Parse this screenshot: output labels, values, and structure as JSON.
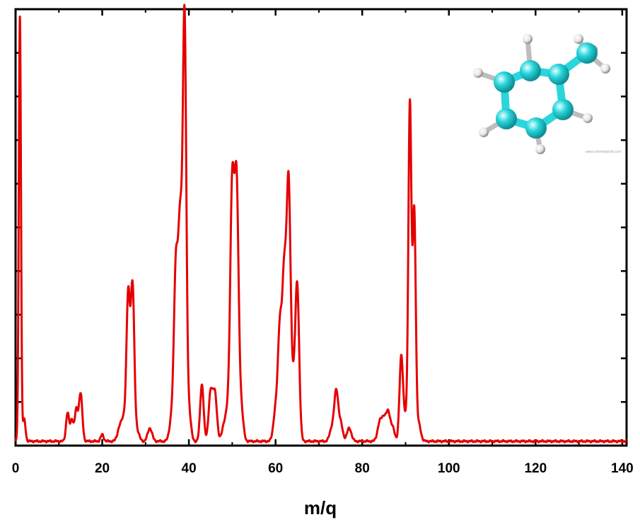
{
  "chart_data": {
    "type": "line",
    "title": "",
    "xlabel": "m/q",
    "ylabel": "",
    "xlim": [
      0,
      141
    ],
    "ylim": [
      0,
      100
    ],
    "x_ticks": [
      0,
      20,
      40,
      60,
      80,
      100,
      120,
      140
    ],
    "y_tick_labels_shown": false,
    "grid": false,
    "baseline": 1.0,
    "series": [
      {
        "color": "#e50000",
        "peaks": [
          [
            1,
            97.5,
            0.25
          ],
          [
            2,
            5,
            0.3
          ],
          [
            12,
            6.5,
            0.35
          ],
          [
            13,
            5,
            0.35
          ],
          [
            14,
            7,
            0.35
          ],
          [
            15,
            11,
            0.4
          ],
          [
            20,
            1.5,
            0.35
          ],
          [
            24,
            3,
            0.5
          ],
          [
            25,
            5,
            0.5
          ],
          [
            26,
            33,
            0.4
          ],
          [
            27,
            35,
            0.4
          ],
          [
            28,
            2.5,
            0.5
          ],
          [
            31,
            3,
            0.5
          ],
          [
            36,
            5,
            0.5
          ],
          [
            37,
            39,
            0.45
          ],
          [
            38,
            48,
            0.45
          ],
          [
            39,
            95,
            0.4
          ],
          [
            40,
            7,
            0.45
          ],
          [
            43,
            13,
            0.4
          ],
          [
            45,
            11,
            0.45
          ],
          [
            46,
            11,
            0.45
          ],
          [
            48,
            3,
            0.5
          ],
          [
            49,
            7,
            0.5
          ],
          [
            50,
            57,
            0.45
          ],
          [
            51,
            57,
            0.45
          ],
          [
            52,
            8,
            0.5
          ],
          [
            60,
            7,
            0.5
          ],
          [
            61,
            25,
            0.45
          ],
          [
            62,
            36,
            0.45
          ],
          [
            63,
            57,
            0.45
          ],
          [
            64,
            11,
            0.5
          ],
          [
            65,
            35,
            0.45
          ],
          [
            73,
            3,
            0.5
          ],
          [
            74,
            11,
            0.45
          ],
          [
            75,
            4,
            0.5
          ],
          [
            77,
            3,
            0.5
          ],
          [
            84,
            4,
            0.5
          ],
          [
            85,
            5,
            0.5
          ],
          [
            86,
            6,
            0.45
          ],
          [
            87,
            3,
            0.5
          ],
          [
            89,
            19,
            0.4
          ],
          [
            90,
            5,
            0.5
          ],
          [
            91,
            77,
            0.35
          ],
          [
            92,
            52,
            0.35
          ],
          [
            93,
            4,
            0.5
          ]
        ]
      }
    ]
  },
  "inset": {
    "molecule_atom_color": "#29d6dc",
    "hydrogen_color": "#e6e6e6",
    "credit_text": "www.chemtube3d.com"
  }
}
